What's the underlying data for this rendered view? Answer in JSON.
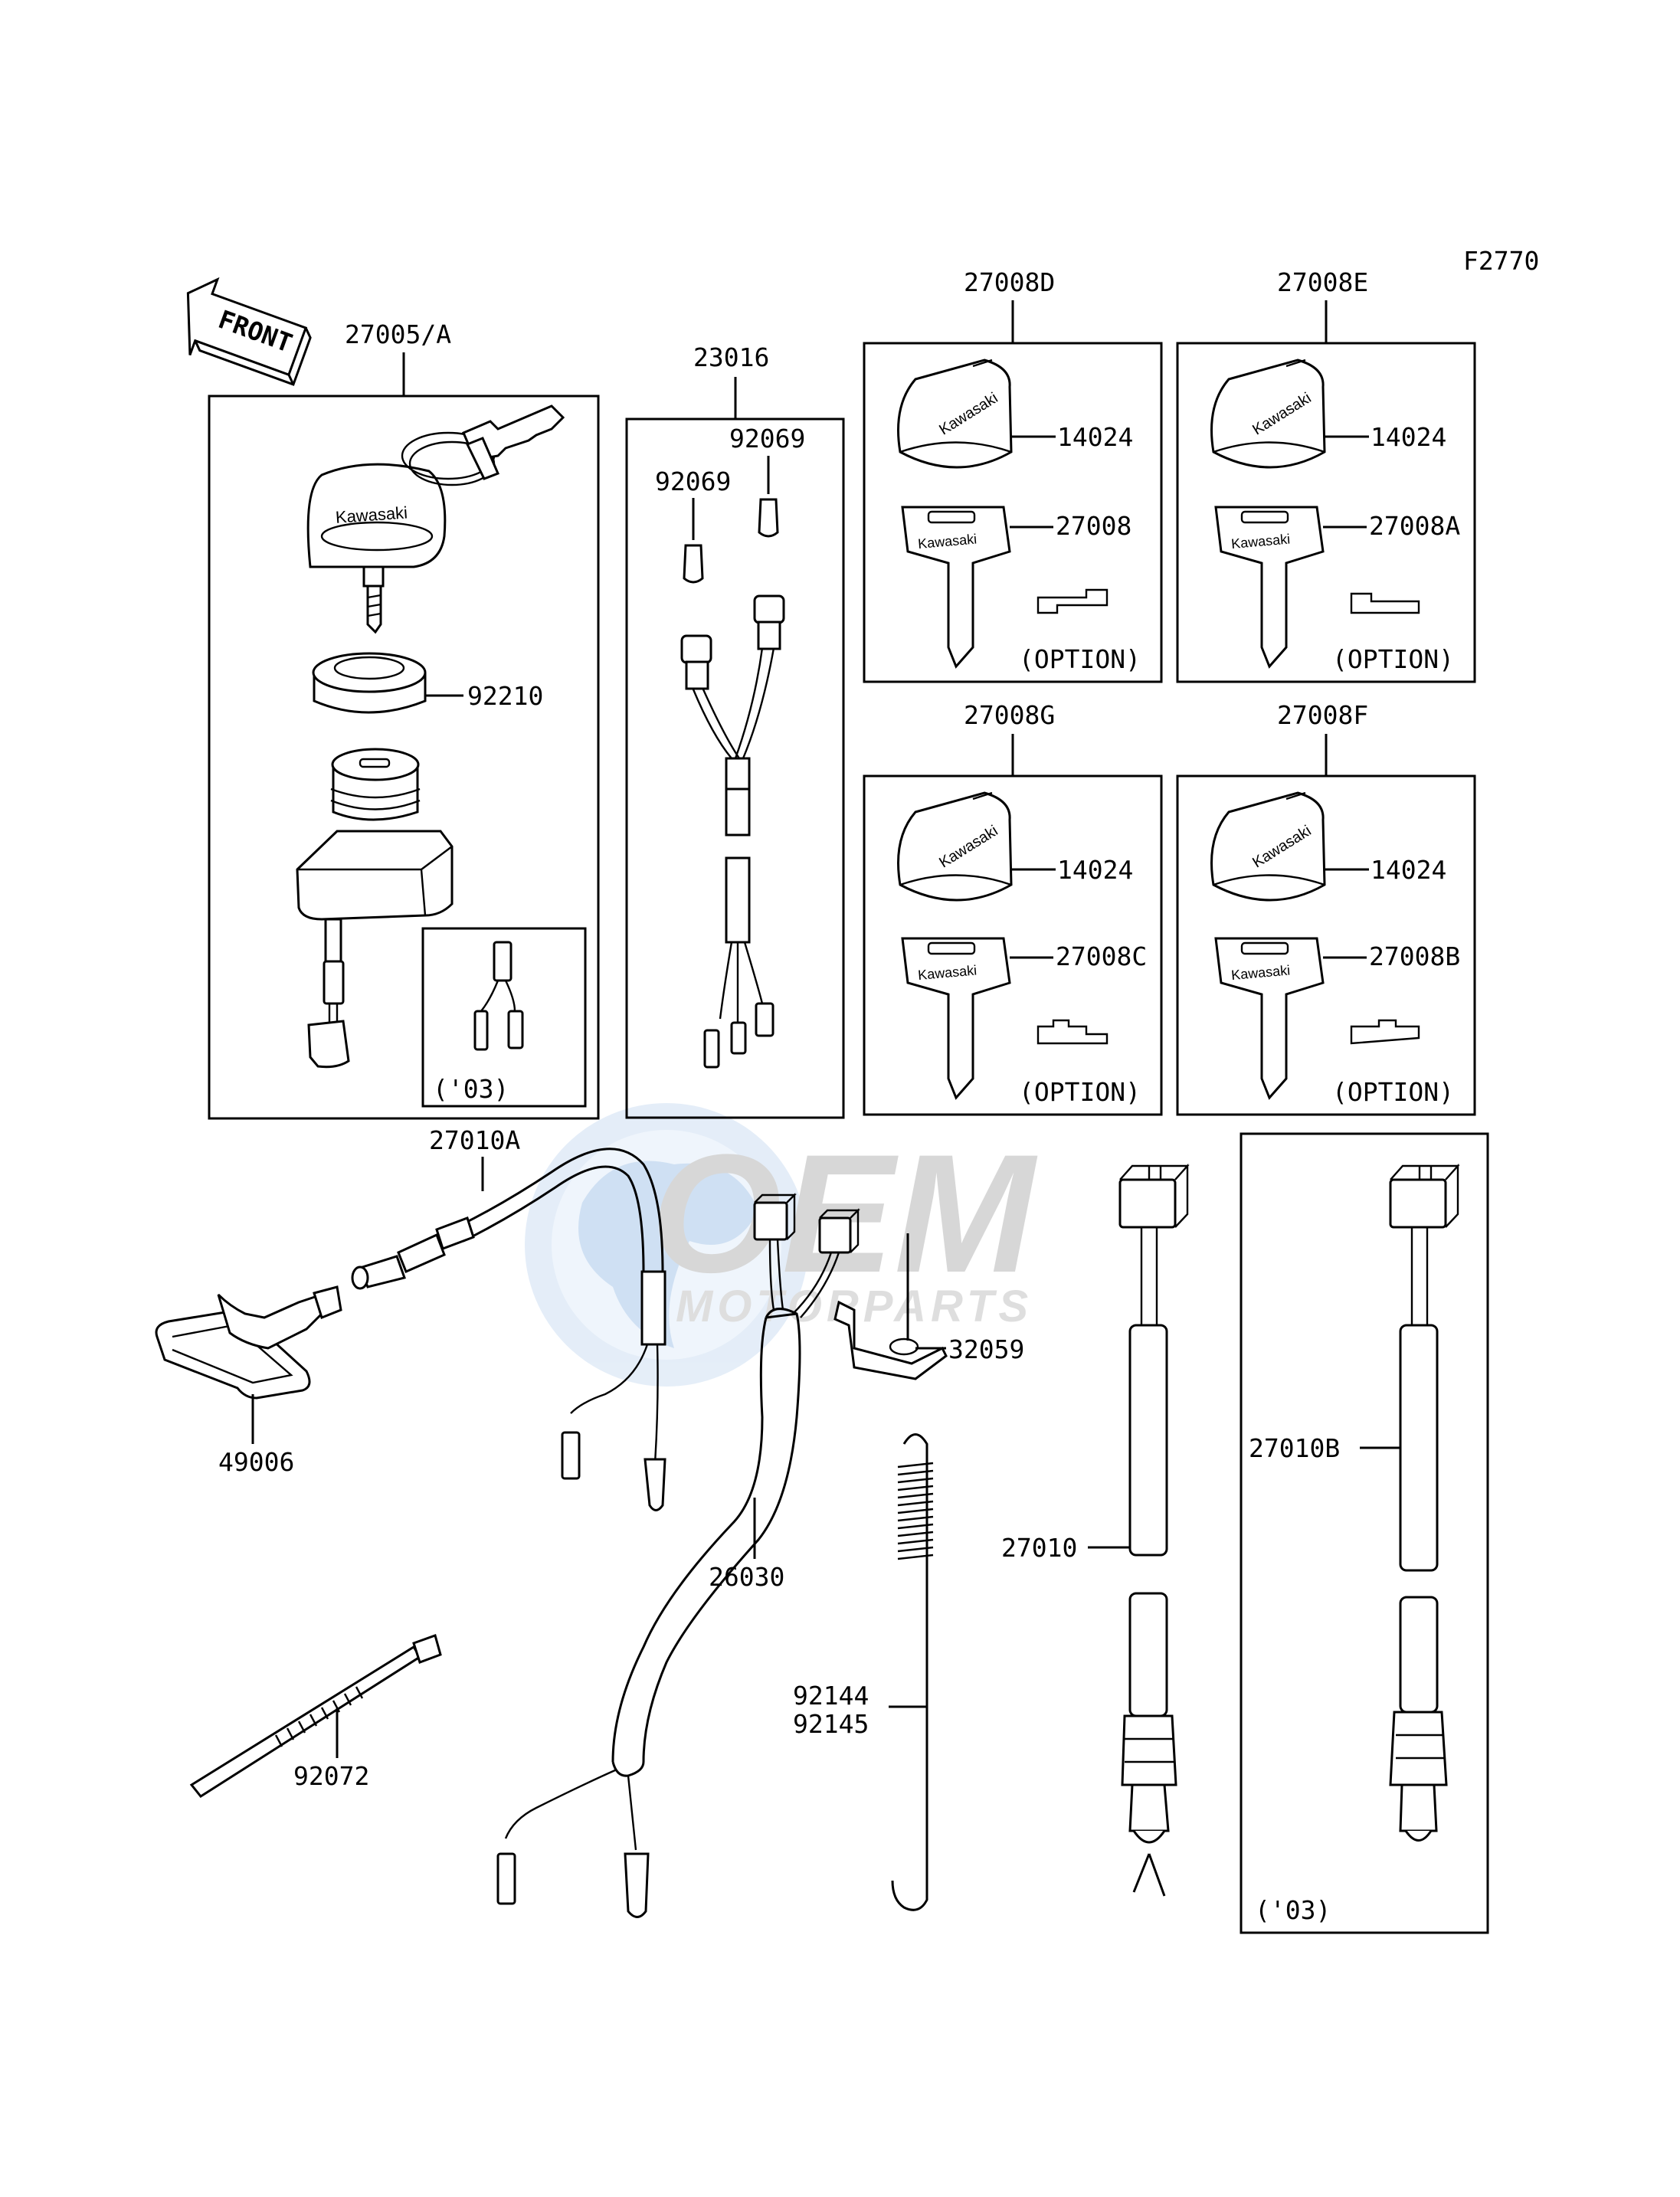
{
  "diagram": {
    "figure_code": "F2770",
    "front_arrow_label": "FRONT",
    "watermark": {
      "brand": "OEM",
      "sub": "MOTORPARTS"
    },
    "boxes": {
      "ignition_switch": {
        "ref": "27005/A",
        "inset_note": "('03)"
      },
      "lead_23016": {
        "ref": "23016"
      },
      "key_set_d": {
        "ref": "27008D",
        "option": "(OPTION)"
      },
      "key_set_e": {
        "ref": "27008E",
        "option": "(OPTION)"
      },
      "key_set_g": {
        "ref": "27008G",
        "option": "(OPTION)"
      },
      "key_set_f": {
        "ref": "27008F",
        "option": "(OPTION)"
      },
      "switch_b": {
        "ref": "27010B",
        "note": "('03)"
      }
    },
    "callouts": {
      "nut_92210": "92210",
      "cap_92069_a": "92069",
      "cap_92069_b": "92069",
      "knob_d": "14024",
      "key_d": "27008",
      "knob_e": "14024",
      "key_e": "27008A",
      "knob_g": "14024",
      "key_g": "27008C",
      "knob_f": "14024",
      "key_f": "27008B",
      "switch_27010a": "27010A",
      "holder_49006": "49006",
      "clamp_32059": "32059",
      "harness_26030": "26030",
      "spring_92144": "92144",
      "spring_92145": "92145",
      "switch_27010": "27010",
      "band_92072": "92072"
    },
    "key_brand": "Kawasaki"
  }
}
